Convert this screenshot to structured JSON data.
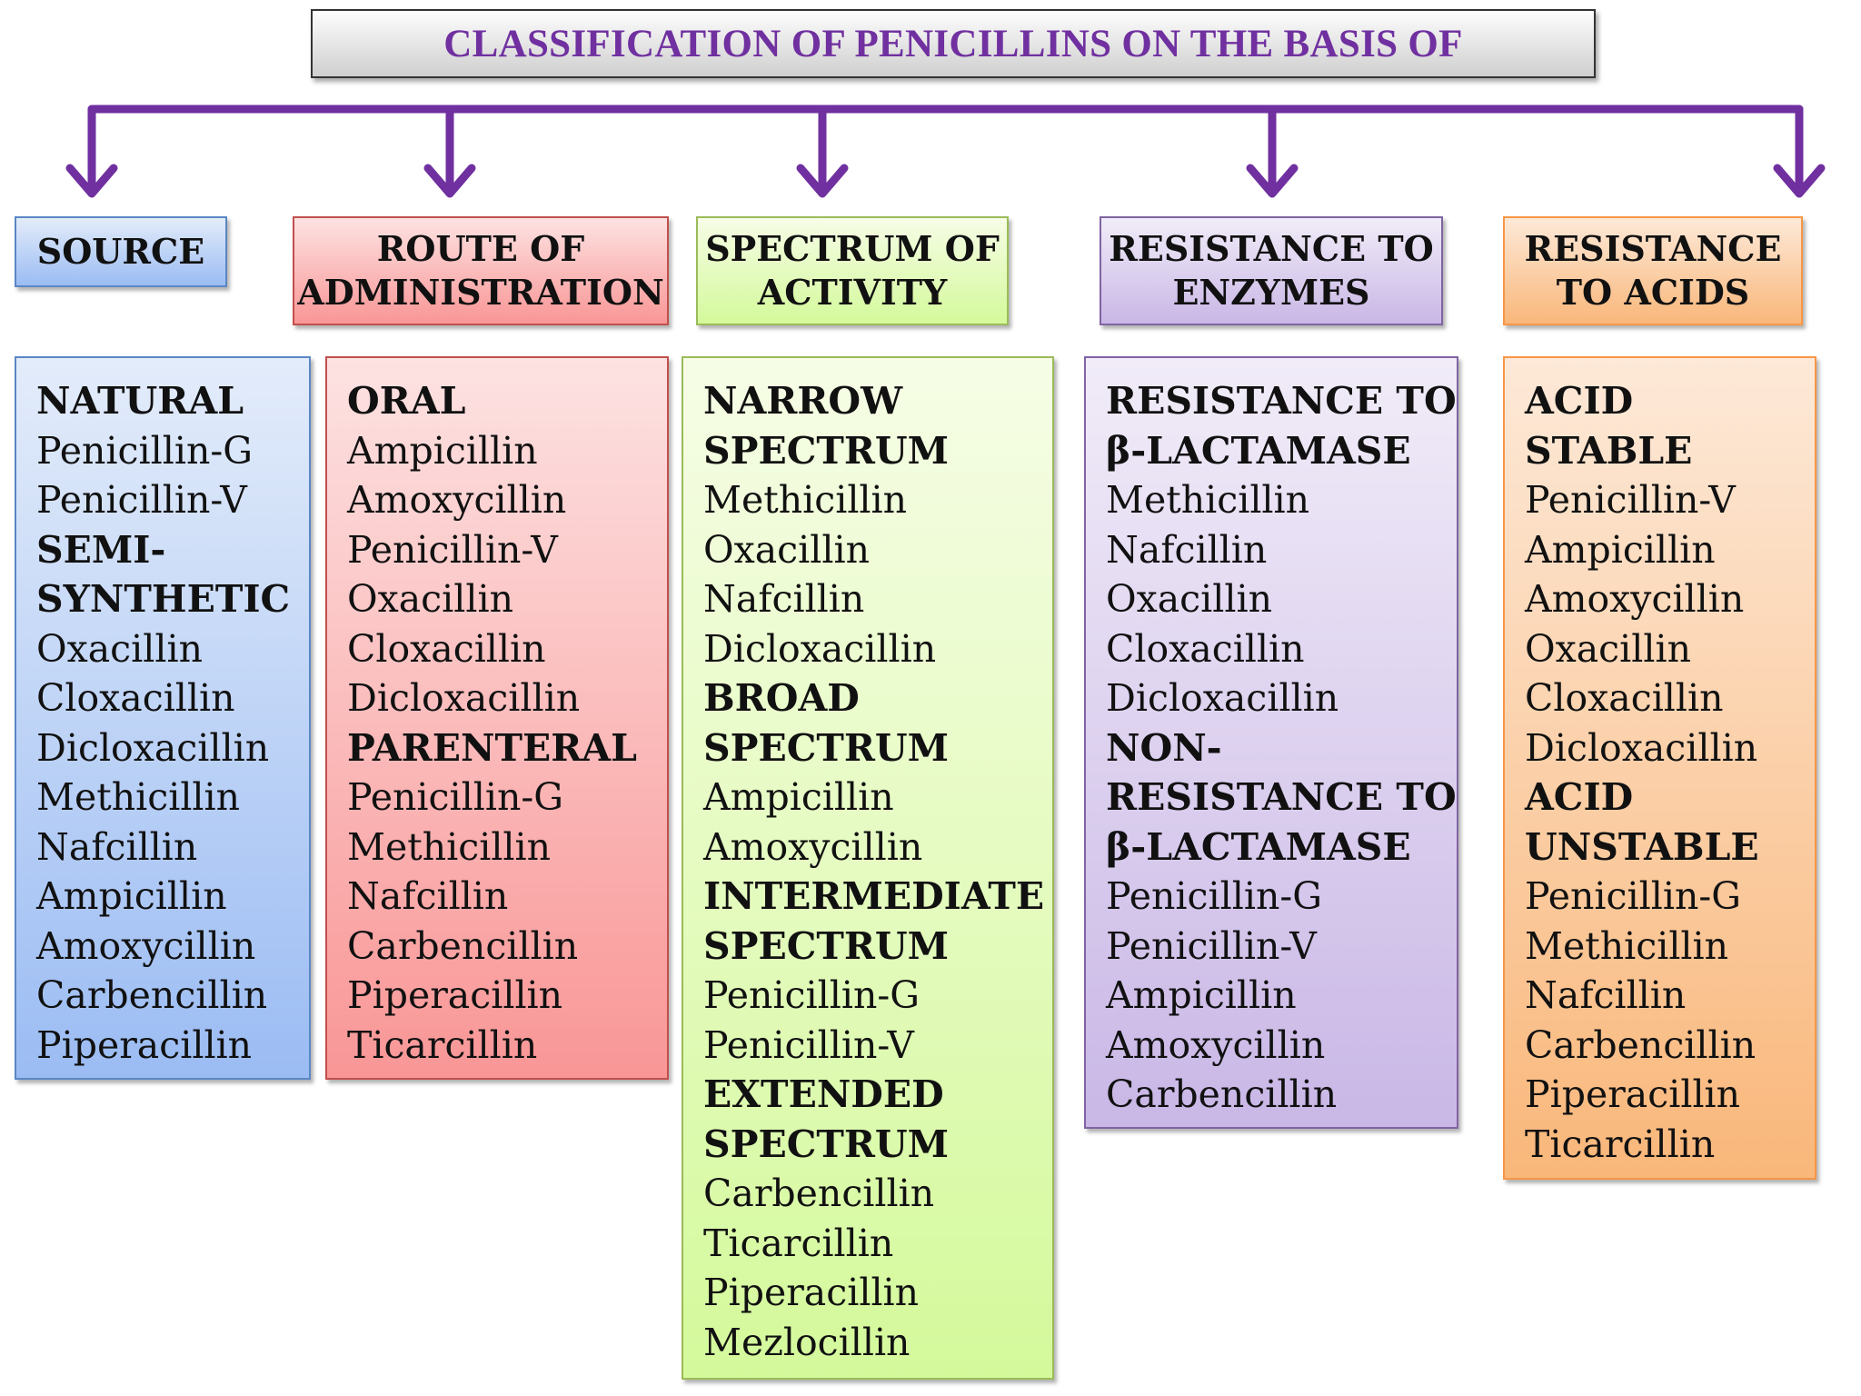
{
  "title": "CLASSIFICATION OF PENICILLINS ON THE BASIS OF",
  "colors": {
    "connector": "#7030a0",
    "source": "#9bbcf3",
    "route": "#f99696",
    "spectrum": "#d4f99b",
    "enzymes": "#c9b7e6",
    "acids": "#f9b77a"
  },
  "categories": [
    {
      "label": "SOURCE",
      "items": [
        {
          "text": "NATURAL",
          "bold": true
        },
        {
          "text": "Penicillin-G",
          "bold": false
        },
        {
          "text": "Penicillin-V",
          "bold": false
        },
        {
          "text": "SEMI-",
          "bold": true
        },
        {
          "text": "SYNTHETIC",
          "bold": true
        },
        {
          "text": "Oxacillin",
          "bold": false
        },
        {
          "text": "Cloxacillin",
          "bold": false
        },
        {
          "text": "Dicloxacillin",
          "bold": false
        },
        {
          "text": "Methicillin",
          "bold": false
        },
        {
          "text": "Nafcillin",
          "bold": false
        },
        {
          "text": "Ampicillin",
          "bold": false
        },
        {
          "text": "Amoxycillin",
          "bold": false
        },
        {
          "text": "Carbencillin",
          "bold": false
        },
        {
          "text": "Piperacillin",
          "bold": false
        }
      ]
    },
    {
      "label": "ROUTE OF\nADMINISTRATION",
      "items": [
        {
          "text": "ORAL",
          "bold": true
        },
        {
          "text": "Ampicillin",
          "bold": false
        },
        {
          "text": "Amoxycillin",
          "bold": false
        },
        {
          "text": "Penicillin-V",
          "bold": false
        },
        {
          "text": "Oxacillin",
          "bold": false
        },
        {
          "text": "Cloxacillin",
          "bold": false
        },
        {
          "text": "Dicloxacillin",
          "bold": false
        },
        {
          "text": "PARENTERAL",
          "bold": true
        },
        {
          "text": "Penicillin-G",
          "bold": false
        },
        {
          "text": "Methicillin",
          "bold": false
        },
        {
          "text": "Nafcillin",
          "bold": false
        },
        {
          "text": "Carbencillin",
          "bold": false
        },
        {
          "text": "Piperacillin",
          "bold": false
        },
        {
          "text": "Ticarcillin",
          "bold": false
        }
      ]
    },
    {
      "label": "SPECTRUM OF\nACTIVITY",
      "items": [
        {
          "text": "NARROW",
          "bold": true
        },
        {
          "text": "SPECTRUM",
          "bold": true
        },
        {
          "text": "Methicillin",
          "bold": false
        },
        {
          "text": "Oxacillin",
          "bold": false
        },
        {
          "text": "Nafcillin",
          "bold": false
        },
        {
          "text": "Dicloxacillin",
          "bold": false
        },
        {
          "text": "BROAD",
          "bold": true
        },
        {
          "text": "SPECTRUM",
          "bold": true
        },
        {
          "text": "Ampicillin",
          "bold": false
        },
        {
          "text": "Amoxycillin",
          "bold": false
        },
        {
          "text": "INTERMEDIATE",
          "bold": true
        },
        {
          "text": "SPECTRUM",
          "bold": true
        },
        {
          "text": "Penicillin-G",
          "bold": false
        },
        {
          "text": "Penicillin-V",
          "bold": false
        },
        {
          "text": "EXTENDED",
          "bold": true
        },
        {
          "text": "SPECTRUM",
          "bold": true
        },
        {
          "text": "Carbencillin",
          "bold": false
        },
        {
          "text": "Ticarcillin",
          "bold": false
        },
        {
          "text": "Piperacillin",
          "bold": false
        },
        {
          "text": "Mezlocillin",
          "bold": false
        }
      ]
    },
    {
      "label": "RESISTANCE TO\nENZYMES",
      "items": [
        {
          "text": "RESISTANCE TO",
          "bold": true
        },
        {
          "text": "β-LACTAMASE",
          "bold": true
        },
        {
          "text": "Methicillin",
          "bold": false
        },
        {
          "text": "Nafcillin",
          "bold": false
        },
        {
          "text": "Oxacillin",
          "bold": false
        },
        {
          "text": "Cloxacillin",
          "bold": false
        },
        {
          "text": "Dicloxacillin",
          "bold": false
        },
        {
          "text": "NON-",
          "bold": true
        },
        {
          "text": "RESISTANCE TO",
          "bold": true
        },
        {
          "text": "β-LACTAMASE",
          "bold": true
        },
        {
          "text": "Penicillin-G",
          "bold": false
        },
        {
          "text": "Penicillin-V",
          "bold": false
        },
        {
          "text": "Ampicillin",
          "bold": false
        },
        {
          "text": "Amoxycillin",
          "bold": false
        },
        {
          "text": "Carbencillin",
          "bold": false
        }
      ]
    },
    {
      "label": "RESISTANCE\nTO ACIDS",
      "items": [
        {
          "text": "ACID",
          "bold": true
        },
        {
          "text": "STABLE",
          "bold": true
        },
        {
          "text": "Penicillin-V",
          "bold": false
        },
        {
          "text": "Ampicillin",
          "bold": false
        },
        {
          "text": "Amoxycillin",
          "bold": false
        },
        {
          "text": "Oxacillin",
          "bold": false
        },
        {
          "text": "Cloxacillin",
          "bold": false
        },
        {
          "text": "Dicloxacillin",
          "bold": false
        },
        {
          "text": "ACID",
          "bold": true
        },
        {
          "text": "UNSTABLE",
          "bold": true
        },
        {
          "text": "Penicillin-G",
          "bold": false
        },
        {
          "text": "Methicillin",
          "bold": false
        },
        {
          "text": "Nafcillin",
          "bold": false
        },
        {
          "text": "Carbencillin",
          "bold": false
        },
        {
          "text": "Piperacillin",
          "bold": false
        },
        {
          "text": "Ticarcillin",
          "bold": false
        }
      ]
    }
  ]
}
